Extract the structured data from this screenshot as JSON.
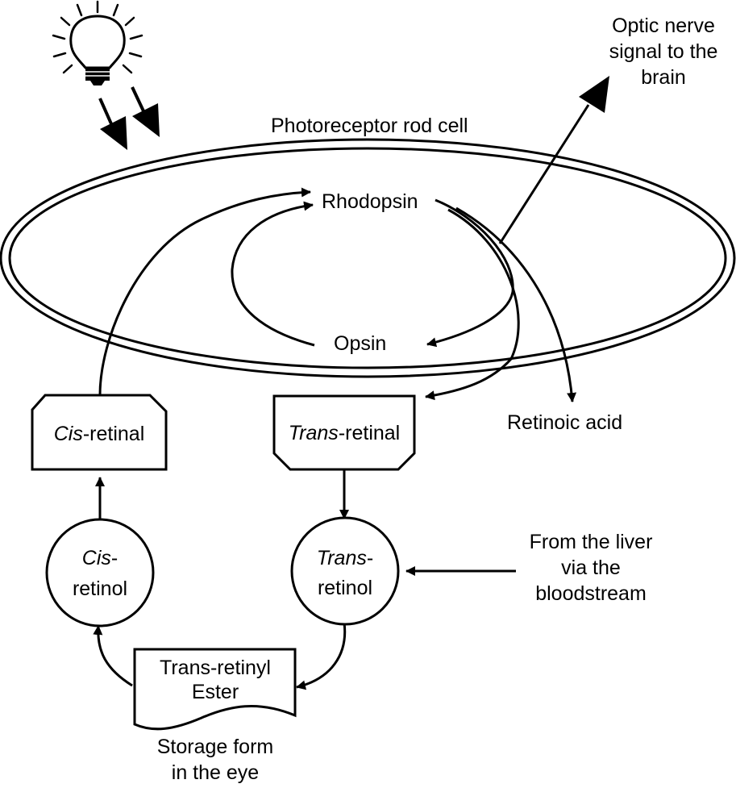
{
  "labels": {
    "rod_cell": "Photoreceptor rod cell",
    "optic_nerve": [
      "Optic nerve",
      "signal to the",
      "brain"
    ],
    "rhodopsin": "Rhodopsin",
    "opsin": "Opsin",
    "retinoic_acid": "Retinoic acid",
    "cis_retinal": {
      "italic": "Cis",
      "rest": "-retinal"
    },
    "trans_retinal": {
      "italic": "Trans",
      "rest": "-retinal"
    },
    "cis_retinol": {
      "line1_italic": "Cis",
      "line1_rest": "-",
      "line2": "retinol"
    },
    "trans_retinol": {
      "line1_italic": "Trans",
      "line1_rest": "-",
      "line2": "retinol"
    },
    "liver": [
      "From the liver",
      "via the",
      "bloodstream"
    ],
    "ester": [
      "Trans-retinyl",
      "Ester"
    ],
    "storage": [
      "Storage form",
      "in the eye"
    ]
  },
  "icons": {
    "light_source": "light-bulb-icon"
  }
}
